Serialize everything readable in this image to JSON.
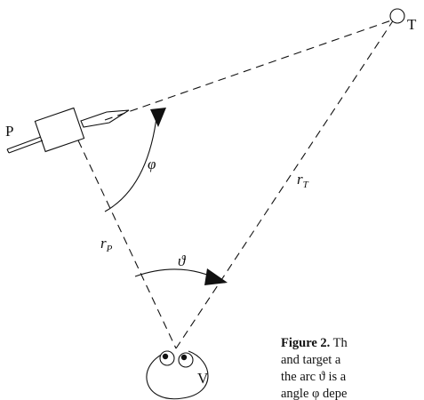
{
  "labels": {
    "target": "T",
    "pointer": "P",
    "viewer": "V",
    "phi": "φ",
    "theta": "ϑ",
    "r_p_main": "r",
    "r_p_sub": "P",
    "r_t_main": "r",
    "r_t_sub": "T"
  },
  "caption": {
    "lines": [
      {
        "bold": "Figure 2.",
        "text": " Th"
      },
      {
        "bold": "",
        "text": "and target a"
      },
      {
        "bold": "",
        "text": "the arc ϑ is a"
      },
      {
        "bold": "",
        "text": "angle φ depe"
      }
    ]
  }
}
